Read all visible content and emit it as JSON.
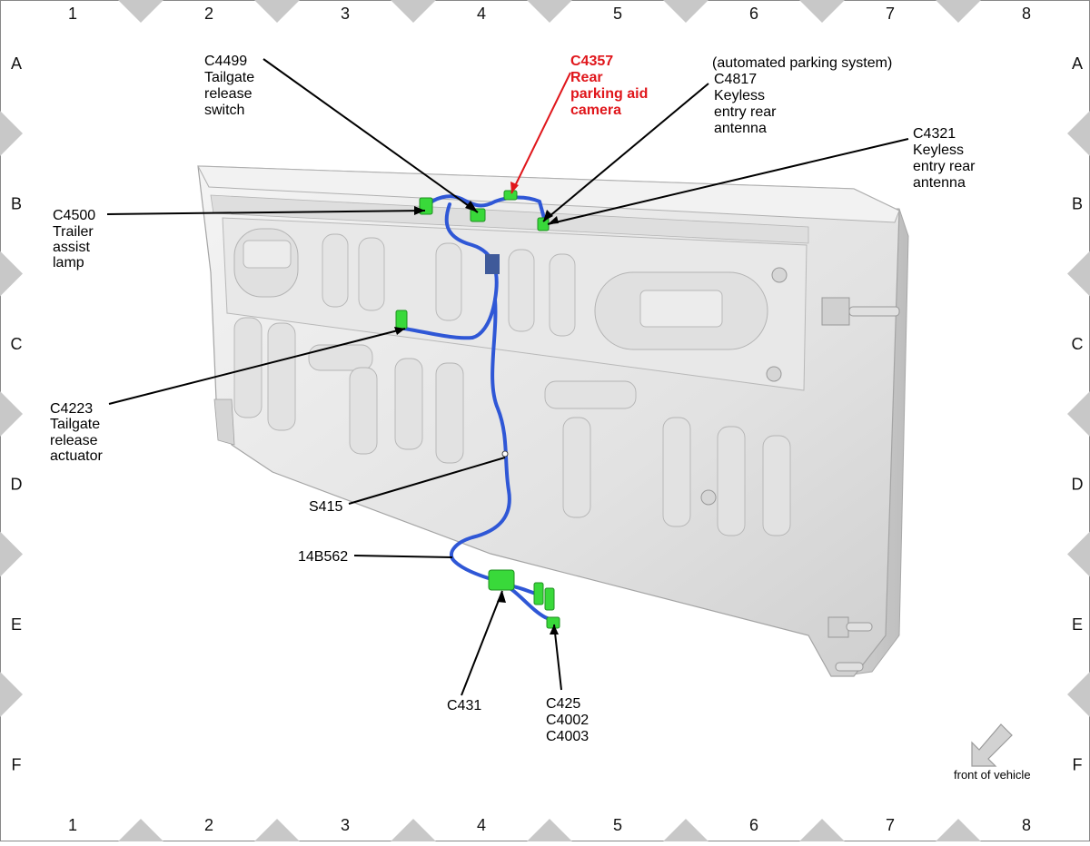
{
  "grid": {
    "columns": [
      "1",
      "2",
      "3",
      "4",
      "5",
      "6",
      "7",
      "8"
    ],
    "rows": [
      "A",
      "B",
      "C",
      "D",
      "E",
      "F"
    ]
  },
  "callouts": {
    "c4499": {
      "code": "C4499",
      "lines": [
        "Tailgate",
        "release",
        "switch"
      ]
    },
    "c4357": {
      "code": "C4357",
      "lines": [
        "Rear",
        "parking aid",
        "camera"
      ]
    },
    "c4817": {
      "note": "(automated parking system)",
      "code": "C4817",
      "lines": [
        "Keyless",
        "entry rear",
        "antenna"
      ]
    },
    "c4321": {
      "code": "C4321",
      "lines": [
        "Keyless",
        "entry rear",
        "antenna"
      ]
    },
    "c4500": {
      "code": "C4500",
      "lines": [
        "Trailer",
        "assist",
        "lamp"
      ]
    },
    "c4223": {
      "code": "C4223",
      "lines": [
        "Tailgate",
        "release",
        "actuator"
      ]
    },
    "s415": {
      "code": "S415"
    },
    "h14b562": {
      "code": "14B562"
    },
    "c431": {
      "code": "C431"
    },
    "c425group": {
      "lines": [
        "C425",
        "C4002",
        "C4003"
      ]
    }
  },
  "orientation": {
    "label": "front of vehicle",
    "icon": "arrow-down-left-icon"
  },
  "colors": {
    "harness": "#2f57d6",
    "connector": "#39d93a",
    "highlight": "#e0161b",
    "tailgate": "#e6e6e6",
    "border_marker": "#c8c8c8"
  }
}
